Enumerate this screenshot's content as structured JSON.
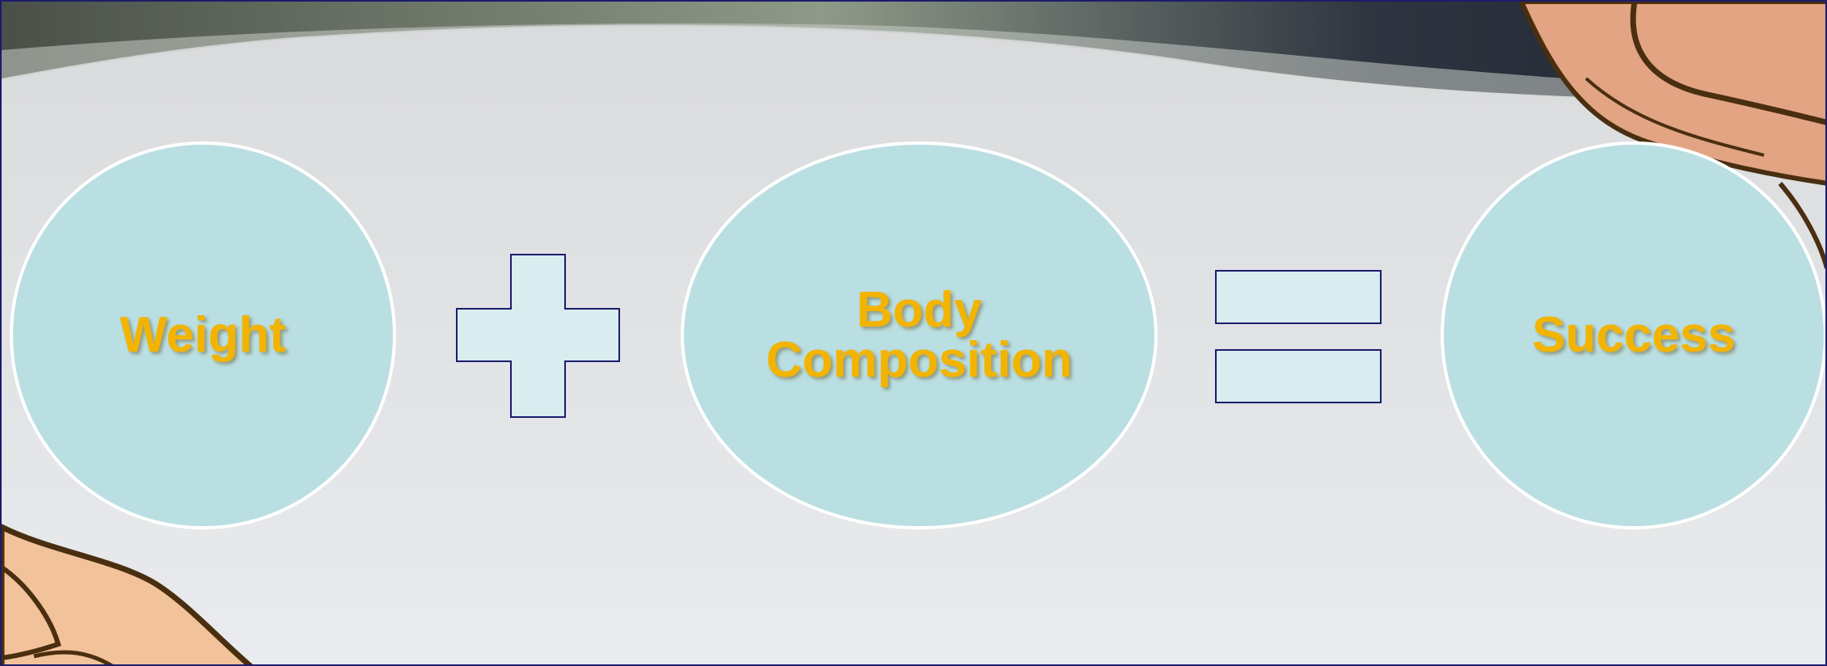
{
  "diagram": {
    "nodes": [
      {
        "id": "weight",
        "lines": [
          "Weight"
        ]
      },
      {
        "id": "body-composition",
        "lines": [
          "Body",
          "Composition"
        ]
      },
      {
        "id": "success",
        "lines": [
          "Success"
        ]
      }
    ],
    "operators": [
      "plus",
      "equals"
    ]
  },
  "colors": {
    "node_fill": "#badfe2",
    "node_border": "#ffffff",
    "label_text": "#f3b400",
    "operator_fill": "#d9ecf0",
    "operator_stroke": "#1c1c6b",
    "frame_border": "#1c1c6b"
  }
}
